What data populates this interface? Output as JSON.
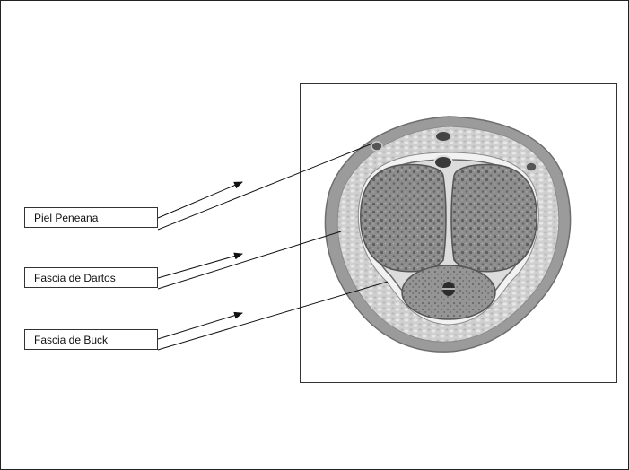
{
  "labels": [
    "Piel Peneana",
    "Fascia de Dartos",
    "Fascia de Buck"
  ],
  "colors": {
    "frame": "#222222",
    "tissue_dark": "#7f7f7f",
    "tissue_mid": "#9a9a9a",
    "tissue_light": "#c8c8c8",
    "fascia_white": "#f2f2f2"
  }
}
